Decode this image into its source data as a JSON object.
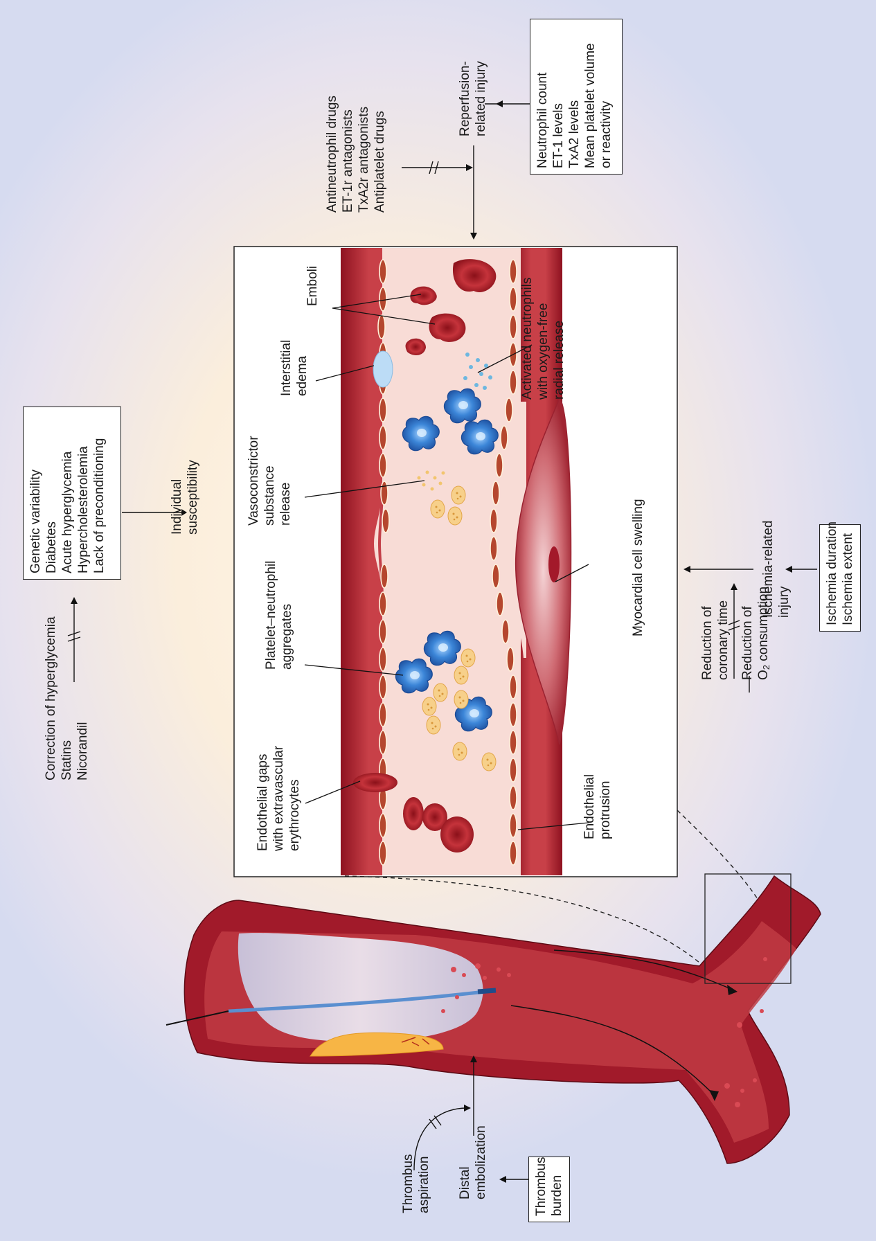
{
  "labels": {
    "correction": "Correction of hyperglycemia\nStatins\nNicorandil",
    "susceptibility_factors": "Genetic variability\nDiabetes\nAcute hyperglycemia\nHypercholesterolemia\nLack of preconditioning",
    "individual_susceptibility": "Individual\nsusceptibility",
    "drugs": "Antineutrophil drugs\nET-1r antagonists\nTxA2r antagonists\nAntiplatelet drugs",
    "reperfusion_injury": "Reperfusion-\nrelated injury",
    "reperfusion_factors": "Neutrophil count\nET-1 levels\nTxA2 levels\nMean platelet volume\nor reactivity",
    "endothelial_gaps": "Endothelial gaps\nwith extravascular\nerythrocytes",
    "platelet_aggregates": "Platelet–neutrophil\naggregates",
    "vasoconstrictor": "Vasoconstrictor\nsubstance\nrelease",
    "interstitial_edema": "Interstitial\nedema",
    "emboli": "Emboli",
    "activated_neutrophils": "Activated neutrophils\nwith oxygen-free\nradial release",
    "myocardial_swelling": "Myocardial cell swelling",
    "endothelial_protrusion": "Endothelial\nprotrusion",
    "reduction_coronary": "Reduction of\ncoronary time",
    "reduction_o2_prefix": "Reduction of\nO",
    "reduction_o2_sub": "2",
    "reduction_o2_suffix": " consumption",
    "ischemia_injury": "Ischemia-related\ninjury",
    "ischemia_factors": "Ischemia duration\nIschemia extent",
    "thrombus_aspiration": "Thrombus\naspiration",
    "distal_embolization": "Distal\nembolization",
    "thrombus_burden": "Thrombus\nburden"
  },
  "colors": {
    "vessel": "#a3192a",
    "lumen": "#f8dcd6",
    "neutrophil": "#2e73c7",
    "platelet": "#f6c77a",
    "erythrocyte": "#b0202c"
  }
}
